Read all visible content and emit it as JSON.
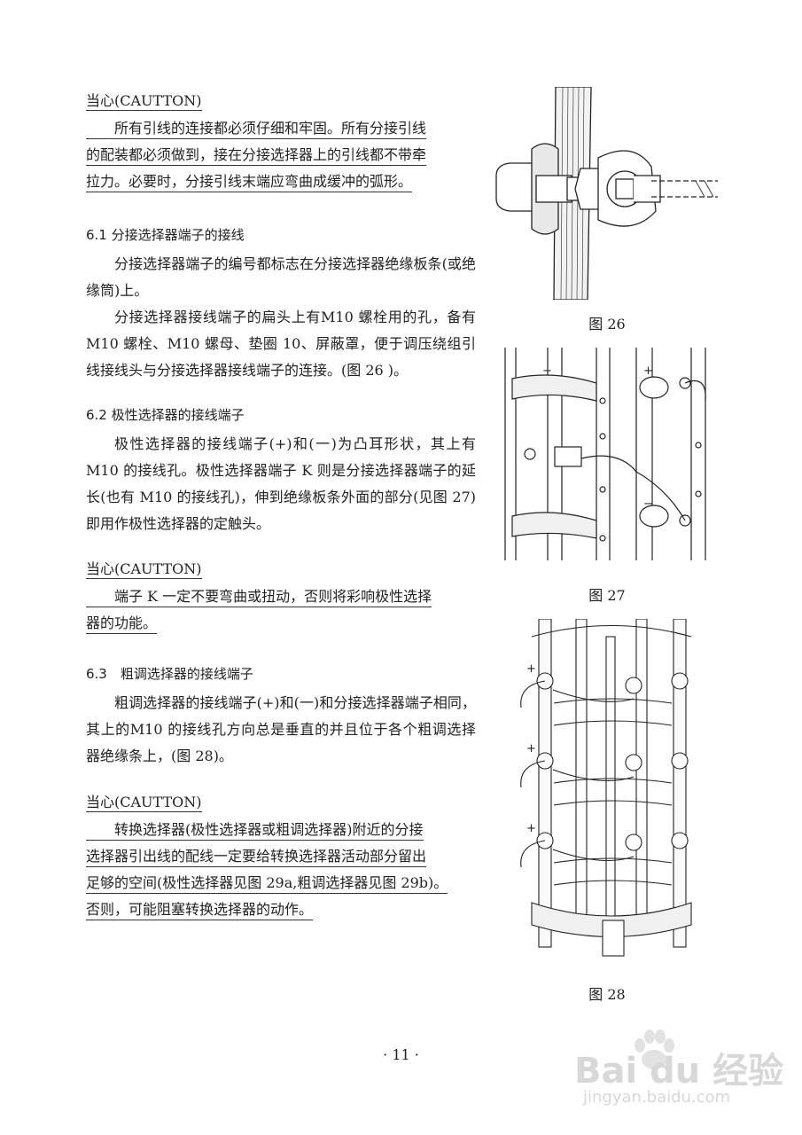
{
  "caution1": {
    "title": "当心(CAUTTON)",
    "lines": [
      "所有引线的连接都必须仔细和牢固。所有分接引线",
      "的配装都必须做到，接在分接选择器上的引线都不带牵",
      "拉力。必要时，分接引线末端应弯曲成缓冲的弧形。"
    ]
  },
  "section61": {
    "heading": "6.1 分接选择器端子的接线",
    "paragraphs": [
      "分接选择器端子的编号都标志在分接选择器绝缘板条(或绝缘筒)上。",
      "分接选择器接线端子的扁头上有M10 螺栓用的孔，备有M10 螺栓、M10 螺母、垫圈 10、屏蔽罩，便于调压绕组引线接线头与分接选择器接线端子的连接。(图 26 )。"
    ]
  },
  "section62": {
    "heading": "6.2 极性选择器的接线端子",
    "paragraphs": [
      "极性选择器的接线端子(+)和(一)为凸耳形状，其上有 M10 的接线孔。极性选择器端子 K 则是分接选择器端子的延长(也有 M10 的接线孔)，伸到绝缘板条外面的部分(见图 27)即用作极性选择器的定触头。"
    ]
  },
  "caution2": {
    "title": "当心(CAUTTON)",
    "lines": [
      "端子 K 一定不要弯曲或扭动，否则将彩响极性选择",
      "器的功能。"
    ]
  },
  "section63": {
    "heading": "6.3　粗调选择器的接线端子",
    "paragraphs": [
      "粗调选择器的接线端子(+)和(一)和分接选择器端子相同，其上的M10 的接线孔方向总是垂直的并且位于各个粗调选择器绝缘条上，(图 28)。"
    ]
  },
  "caution3": {
    "title": "当心(CAUTTON)",
    "lines": [
      "转换选择器(极性选择器或粗调选择器)附近的分接",
      "选择器引出线的配线一定要给转换选择器活动部分留出",
      "足够的空间(极性选择器见图 29a,粗调选择器见图 29b)。",
      "否则，可能阻塞转换选择器的动作。"
    ]
  },
  "figures": {
    "fig26": "图 26",
    "fig27": "图 27",
    "fig28": "图 28",
    "fig27_plus": "+",
    "fig27_minus": "−",
    "fig28_plus": "+"
  },
  "page_number": "· 11 ·",
  "watermark": {
    "brand": "Bai du 经验",
    "url": "jingyan.baidu.com"
  }
}
